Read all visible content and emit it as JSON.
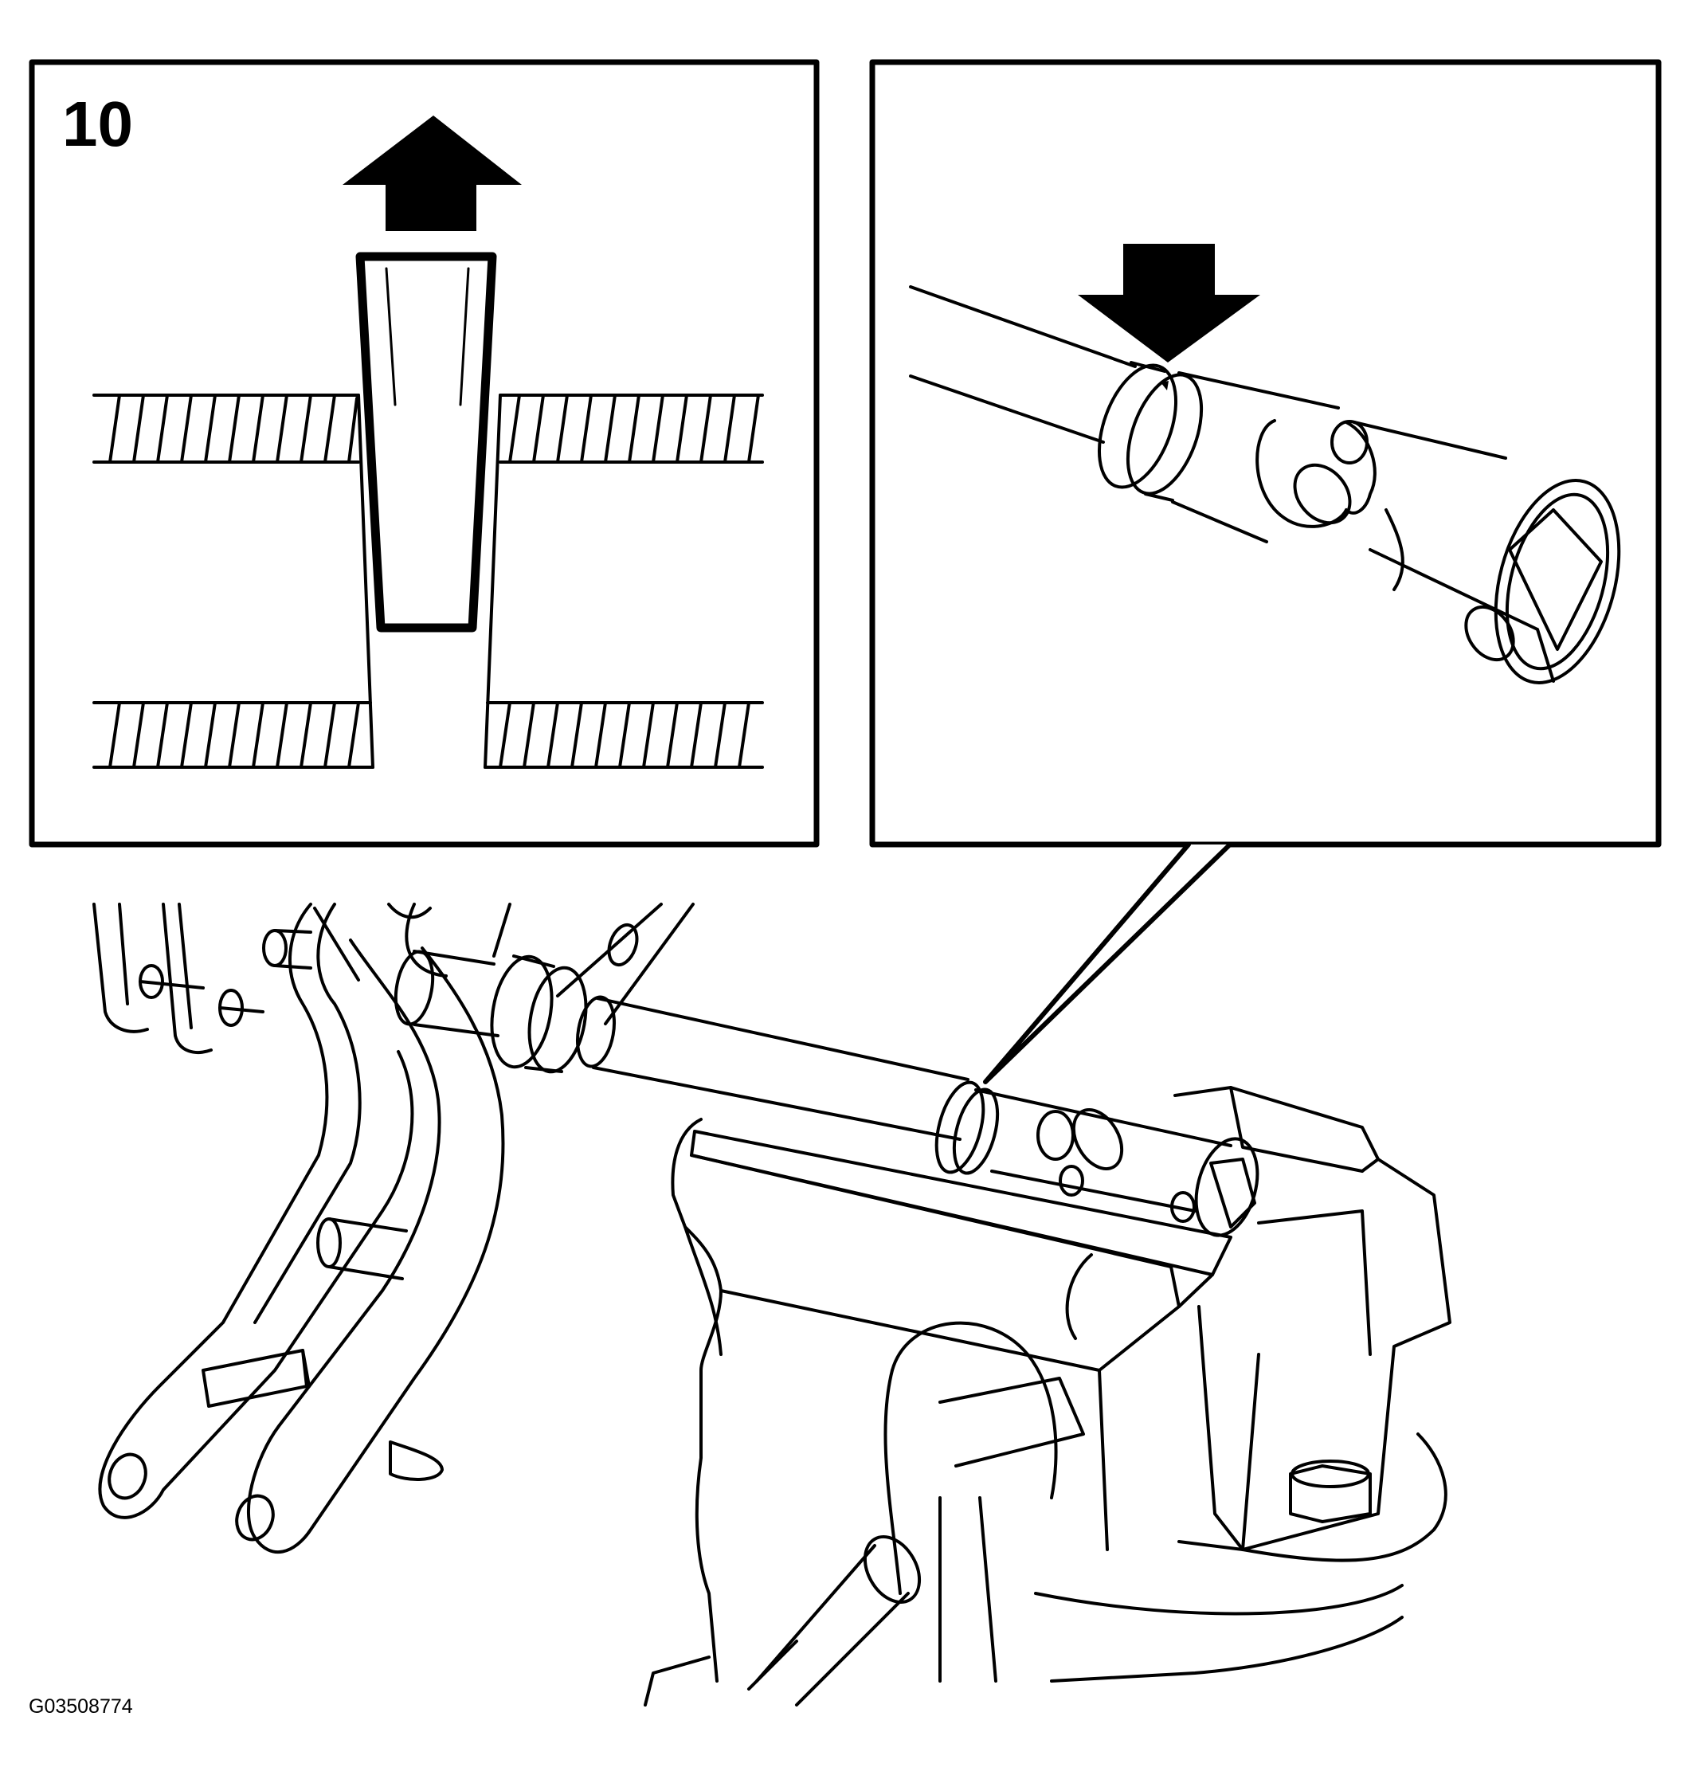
{
  "figure": {
    "step_number": "10",
    "figure_code": "G03508774"
  },
  "arrows": {
    "left_panel": "up",
    "right_panel": "down"
  },
  "icons": [
    "arrow-up-icon",
    "arrow-down-icon"
  ]
}
